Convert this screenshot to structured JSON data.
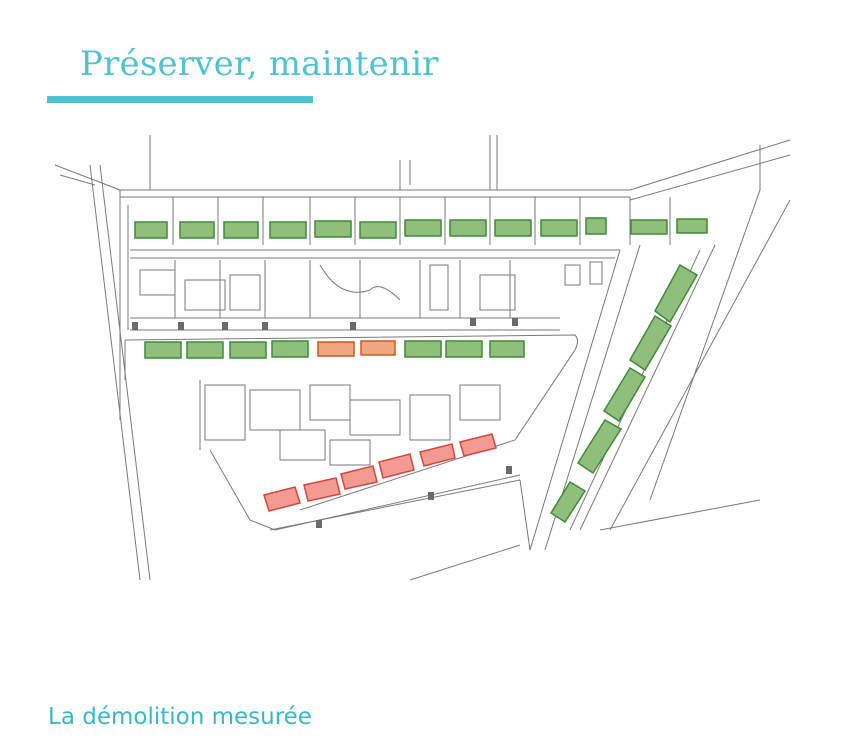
{
  "header": {
    "title": "Préserver, maintenir"
  },
  "map": {
    "building_groups": [
      {
        "status": "preserved",
        "color": "#8fbf7a",
        "outline": "#3f8a3a"
      },
      {
        "status": "partial",
        "color": "#f0a882",
        "outline": "#cc5a1e"
      },
      {
        "status": "demolished",
        "color": "#f39a93",
        "outline": "#d9453b"
      }
    ]
  },
  "footer": {
    "subtitle": "La démolition mesurée"
  },
  "colors": {
    "accent": "#4fc3d1",
    "line": "#9a9a9a",
    "street": "#5a5a5a"
  }
}
